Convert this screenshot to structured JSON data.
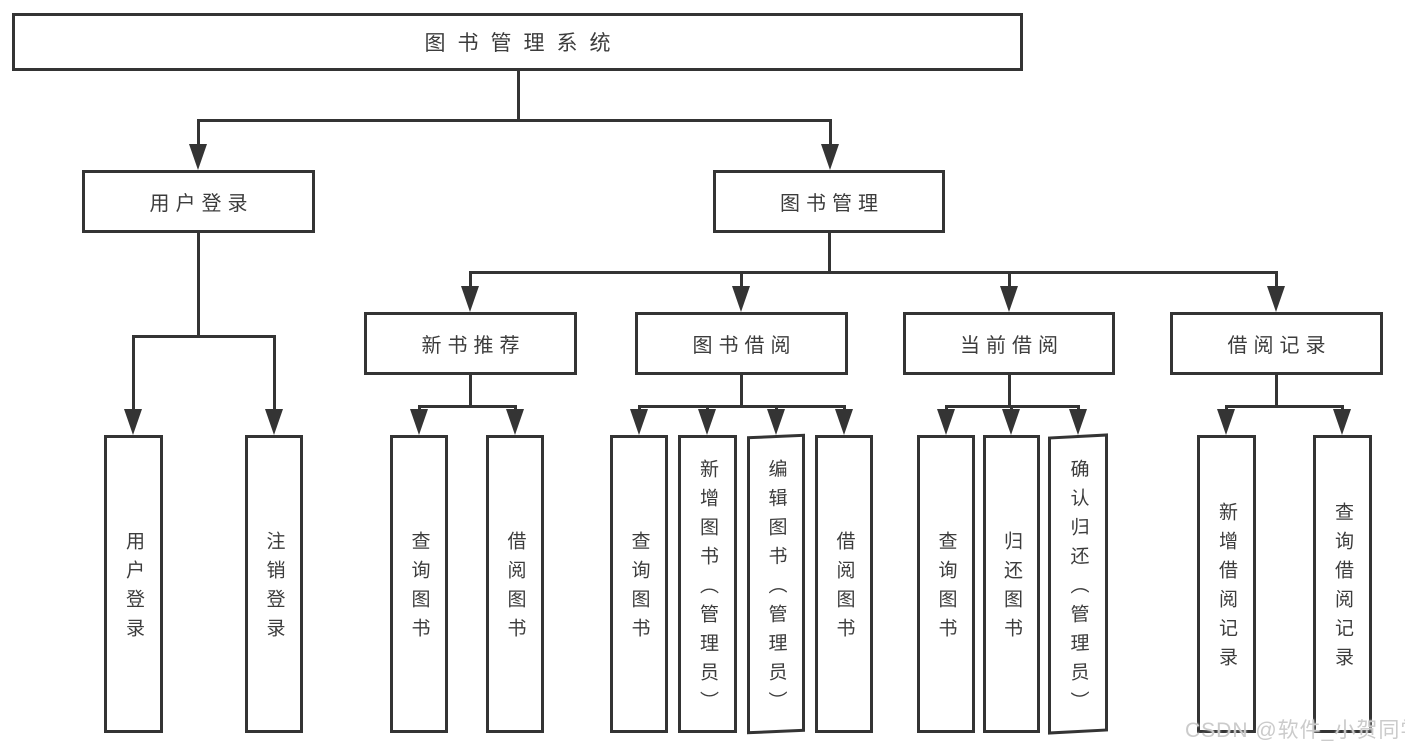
{
  "diagram": {
    "root": {
      "label": "图书管理系统",
      "children": [
        {
          "label": "用户登录",
          "children": [
            {
              "label": "用户登录"
            },
            {
              "label": "注销登录"
            }
          ]
        },
        {
          "label": "图书管理",
          "children": [
            {
              "label": "新书推荐",
              "children": [
                {
                  "label": "查询图书"
                },
                {
                  "label": "借阅图书"
                }
              ]
            },
            {
              "label": "图书借阅",
              "children": [
                {
                  "label": "查询图书"
                },
                {
                  "label": "新增图书（管理员）"
                },
                {
                  "label": "编辑图书（管理员）"
                },
                {
                  "label": "借阅图书"
                }
              ]
            },
            {
              "label": "当前借阅",
              "children": [
                {
                  "label": "查询图书"
                },
                {
                  "label": "归还图书"
                },
                {
                  "label": "确认归还（管理员）"
                }
              ]
            },
            {
              "label": "借阅记录",
              "children": [
                {
                  "label": "新增借阅记录"
                },
                {
                  "label": "查询借阅记录"
                }
              ]
            }
          ]
        }
      ]
    }
  },
  "watermark": "CSDN @软件_小贺同学",
  "colors": {
    "line": "#343434",
    "text": "#3c3c3c",
    "background": "#ffffff",
    "watermark": "#cbcbcb"
  }
}
